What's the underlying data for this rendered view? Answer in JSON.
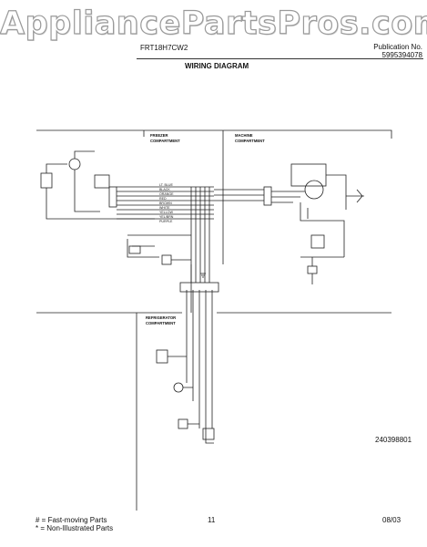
{
  "watermark": "AppliancePartsPros.com",
  "header": {
    "model": "FRT18H7CW2",
    "publication_label": "Publication No.",
    "publication_number": "5995394078",
    "title": "WIRING DIAGRAM"
  },
  "diagram": {
    "freezer_label_1": "FREEZER",
    "freezer_label_2": "COMPARTMENT",
    "machine_label_1": "MACHINE",
    "machine_label_2": "COMPARTMENT",
    "refrigerator_label_1": "REFRIGERATOR",
    "refrigerator_label_2": "COMPARTMENT",
    "wire_labels": [
      "LT. BLUE",
      "BLACK",
      "ORANGE",
      "RED",
      "BROWN",
      "WHITE",
      "YELLOW",
      "YEL/BRN",
      "PURPLE"
    ],
    "part_number": "240398801"
  },
  "footer": {
    "legend_fast": "# = Fast-moving Parts",
    "legend_non": "* = Non-Illustrated Parts",
    "page_number": "11",
    "date": "08/03"
  }
}
